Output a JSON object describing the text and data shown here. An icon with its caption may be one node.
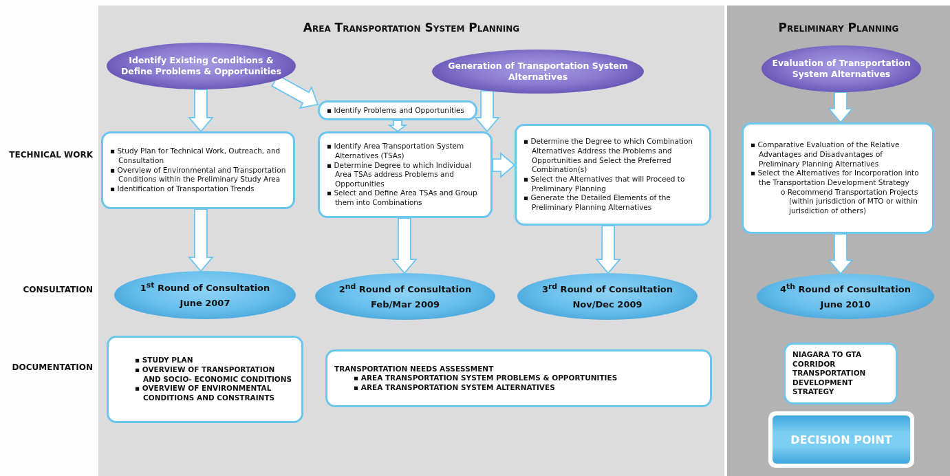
{
  "diagram": {
    "nodes": [
      {
        "text": [
          "Area Transportation System Planning"
        ]
      },
      {
        "text": [
          "Identify Existing Conditions & Define Problems & Opportunities"
        ],
        "in": 0
      },
      {
        "text": [
          "Generation of Transportation System Alternatives"
        ],
        "in": 0
      },
      {
        "text": [
          "▪ Identify Problems and Opportunities"
        ],
        "in": 0
      },
      {
        "text": [
          "▪ Study Plan for Technical Work, Outreach, and Consultation",
          "▪ Overview of Environmental and Transportation Conditions within the Preliminary Study Area",
          "▪ Identification of Transportation Trends"
        ],
        "in": 0
      },
      {
        "text": [
          "▪ Identify Area Transportation System Alternatives (TSAs)",
          "▪ Determine Degree to which Individual Area TSAs address Problems and Opportunities",
          "▪ Select and Define Area TSAs and Group them into Combinations"
        ],
        "in": 0
      },
      {
        "text": [
          "▪ Determine the Degree to which Combination Alternatives Address the Problems and Opportunities and Select the Preferred Combination(s)",
          "▪ Select the Alternatives that will Proceed to Preliminary Planning",
          "▪ Generate the Detailed Elements of the Preliminary Planning Alternatives"
        ],
        "in": 0
      },
      {
        "text": [
          "1$^{st}$ Round of Consultation",
          "June 2007"
        ],
        "in": 0
      },
      {
        "text": [
          "2$^{nd}$ Round of Consultation",
          "Feb/Mar 2009"
        ],
        "in": 0
      },
      {
        "text": [
          "3$^{rd}$ Round of Consultation",
          "Nov/Dec 2009"
        ],
        "in": 0
      },
      {
        "text": [
          "▪ STUDY PLAN",
          "▪ OVERVIEW OF TRANSPORTATION AND SOCIO- ECONOMIC CONDITIONS",
          "▪ OVERVIEW OF ENVIRONMENTAL CONDITIONS AND CONSTRAINTS"
        ],
        "in": 0
      },
      {
        "text": [
          "TRANSPORTATION NEEDS ASSESSMENT",
          "▪ AREA TRANSPORTATION SYSTEM PROBLEMS & OPPORTUNITIES",
          "▪ AREA TRANSPORTATION SYSTEM ALTERNATIVES"
        ],
        "in": 0
      },
      {
        "text": [
          "Preliminary Planning"
        ]
      },
      {
        "text": [
          "Evaluation of Transportation System Alternatives"
        ],
        "in": 12
      },
      {
        "text": [
          "▪ Comparative Evaluation of the Relative Advantages and Disadvantages of Preliminary Planning Alternatives",
          "▪ Select the Alternatives for Incorporation into the Transportation Development Strategy",
          "o Recommend Transportation Projects (within jurisdiction of MTO or within jurisdiction of others)"
        ],
        "in": 12
      },
      {
        "text": [
          "4$^{th}$ Round of Consultation",
          "June 2010"
        ],
        "in": 12
      },
      {
        "text": [
          "NIAGARA TO GTA CORRIDOR TRANSPORTATION DEVELOPMENT STRATEGY"
        ],
        "in": 12
      },
      {
        "text": [
          "DECISION POINT"
        ],
        "in": 12
      }
    ],
    "edges": [
      {
        "from": 1,
        "to": 4,
        "arrow": "to"
      },
      {
        "from": 1,
        "to": 3,
        "arrow": "to"
      },
      {
        "from": 3,
        "to": 5,
        "arrow": "to"
      },
      {
        "from": 2,
        "to": 5,
        "arrow": "to"
      },
      {
        "from": 5,
        "to": 6,
        "arrow": "to"
      },
      {
        "from": 4,
        "to": 7,
        "arrow": "to"
      },
      {
        "from": 5,
        "to": 8,
        "arrow": "to"
      },
      {
        "from": 6,
        "to": 9,
        "arrow": "to"
      },
      {
        "from": 13,
        "to": 14,
        "arrow": "to"
      },
      {
        "from": 14,
        "to": 15,
        "arrow": "to"
      }
    ],
    "labels": [
      "TECHNICAL WORK",
      "CONSULTATION",
      "DOCUMENTATION"
    ]
  }
}
